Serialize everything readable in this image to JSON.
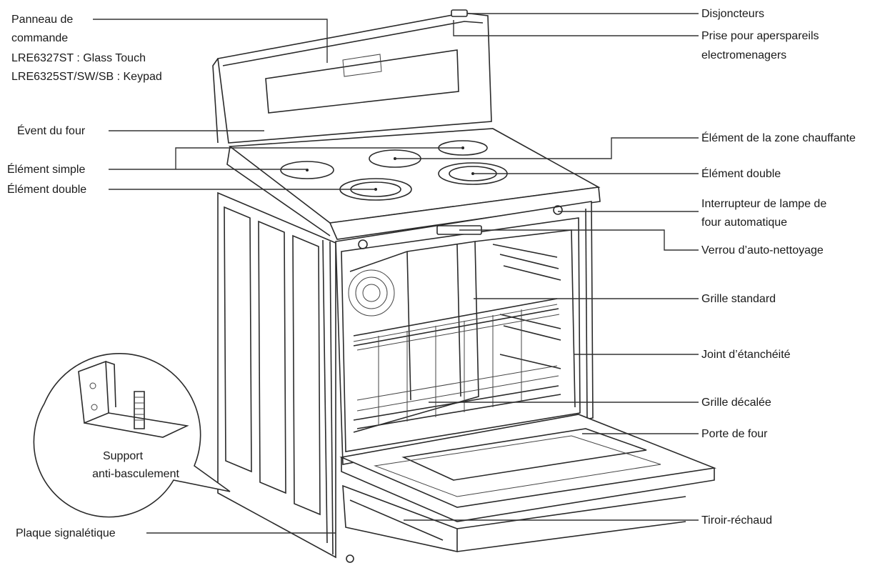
{
  "labels": {
    "panneau_1": "Panneau de",
    "panneau_2": "commande",
    "panneau_3": "LRE6327ST : Glass Touch",
    "panneau_4": "LRE6325ST/SW/SB : Keypad",
    "event": "Évent du four",
    "element_simple": "Élément simple",
    "element_double_left": "Élément double",
    "plaque": "Plaque signalétique",
    "support_1": "Support",
    "support_2": "anti-basculement",
    "disjoncteurs": "Disjoncteurs",
    "prise_1": "Prise pour aperspareils",
    "prise_2": "electromenagers",
    "zone_chauffante": "Élément de la zone chauffante",
    "element_double_right": "Élément double",
    "interrupteur_1": "Interrupteur de lampe de",
    "interrupteur_2": "four automatique",
    "verrou": "Verrou d’auto-nettoyage",
    "grille_standard": "Grille standard",
    "joint": "Joint d’étanchéité",
    "grille_decalee": "Grille décalée",
    "porte": "Porte de four",
    "tiroir": "Tiroir-réchaud"
  }
}
